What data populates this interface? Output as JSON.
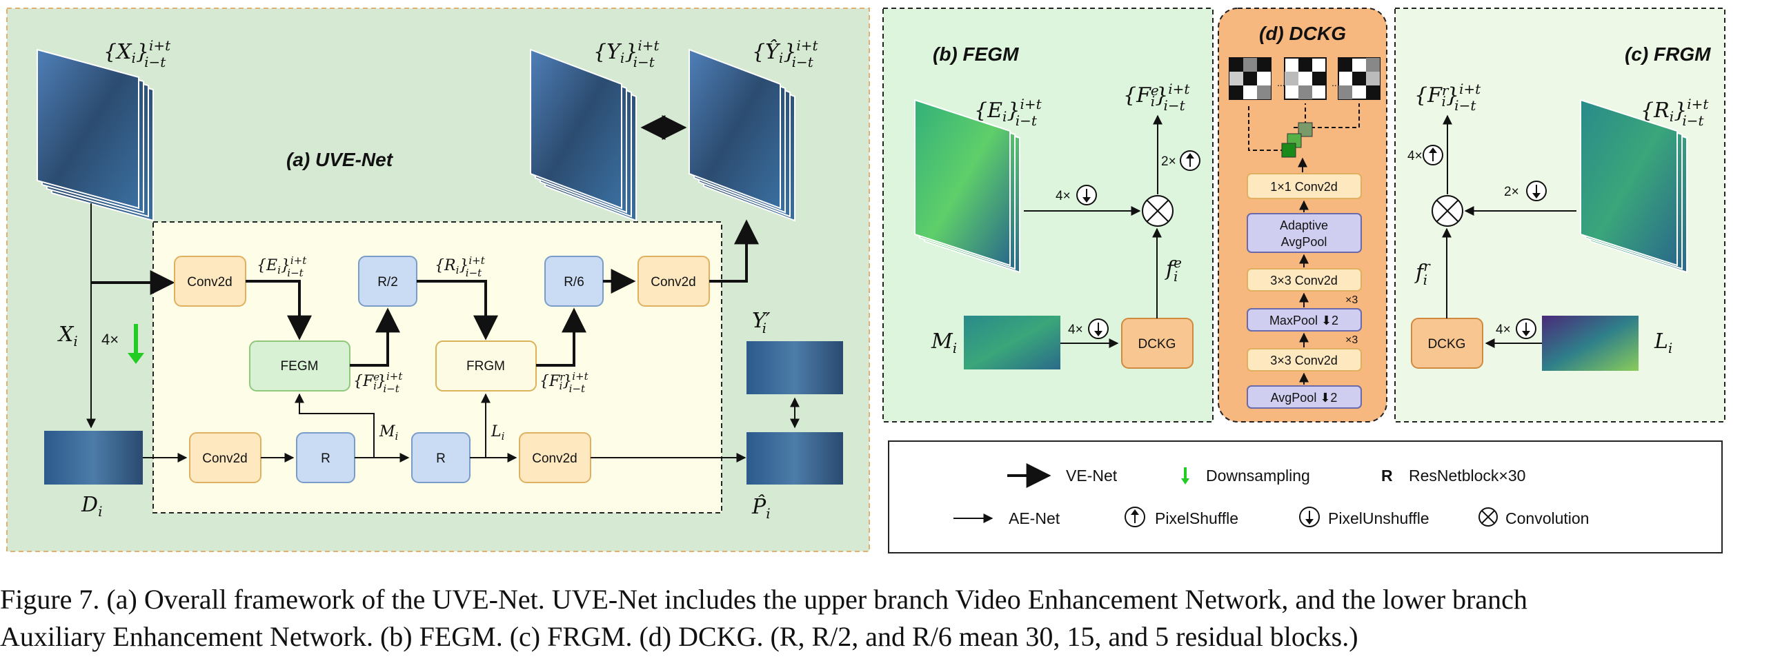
{
  "panels": {
    "uvenet_title": "(a) UVE-Net",
    "fegm_title": "(b) FEGM",
    "dckg_title": "(d) DCKG",
    "frgm_title": "(c) FRGM"
  },
  "uvenet": {
    "x_seq": "{X",
    "x_sub": "i",
    "x_sup": "i+t",
    "x_range_sub": "i−t",
    "y_seq": "{Y",
    "yhat_seq": "{Ŷ",
    "x_i": "X",
    "downsample_label": "4×",
    "d_i": "D",
    "y_prime": "Y′",
    "p_hat": "P̂",
    "conv2d": "Conv2d",
    "r_half": "R/2",
    "r_sixth": "R/6",
    "fegm": "FEGM",
    "frgm": "FRGM",
    "r": "R",
    "e_seq": "{E",
    "r_seq": "{R",
    "fe_seq": "{F",
    "fe_sup": "e",
    "fr_sup": "r",
    "m_i": "M",
    "l_i": "L"
  },
  "fegm": {
    "e_seq": "{E",
    "f_seq": "{F",
    "down_label": "4×",
    "up_label": "2×",
    "m_label": "M",
    "m_down_label": "4×",
    "dckg": "DCKG",
    "f_small": "f",
    "f_small_sup": "e"
  },
  "dckg": {
    "conv1x1": "1×1  Conv2d",
    "adaptive_line1": "Adaptive",
    "adaptive_line2": "AvgPool",
    "conv3x3_a": "3×3  Conv2d",
    "repeat_a": "×3",
    "maxpool": "MaxPool ⬇2",
    "repeat_b": "×3",
    "conv3x3_b": "3×3  Conv2d",
    "avgpool": "AvgPool ⬇2",
    "dots": "...."
  },
  "frgm": {
    "f_seq": "{F",
    "r_seq": "{R",
    "up_label": "4×",
    "down_label": "2×",
    "l_down_label": "4×",
    "dckg": "DCKG",
    "l_label": "L",
    "f_small": "f",
    "f_small_sup": "r"
  },
  "legend": {
    "ve_net": "VE-Net",
    "downsampling": "Downsampling",
    "r_key": "R",
    "resnet": "ResNetblock×30",
    "ae_net": "AE-Net",
    "pixelshuffle": "PixelShuffle",
    "pixelunshuffle": "PixelUnshuffle",
    "convolution": "Convolution"
  },
  "caption": {
    "line1": "Figure 7. (a) Overall framework of the UVE-Net. UVE-Net includes the upper branch Video Enhancement Network, and the lower branch",
    "line2": "Auxiliary Enhancement Network. (b) FEGM. (c) FRGM. (d) DCKG. (R, R/2, and R/6 mean 30, 15, and 5 residual blocks.)"
  },
  "colors": {
    "panel_a_bg": "#d6e9d2",
    "panel_a_border": "#e0b070",
    "inner_bg": "#fdfde8",
    "panel_b_bg": "#ddf5dc",
    "panel_c_bg": "#eef8e6",
    "dckg_bg": "#f6b87e",
    "conv_fill": "#fde8c0",
    "conv_stroke": "#e0b060",
    "blue_fill": "#c9dcf3",
    "blue_stroke": "#7a9cc9",
    "fegm_fill": "#d8f0d4",
    "fegm_stroke": "#8fc87a",
    "frgm_fill": "#fdfbe4",
    "frgm_stroke": "#d9b25a",
    "dckg_box_fill": "#f8c690",
    "dckg_box_stroke": "#d08a40",
    "green_arrow": "#22cc22"
  }
}
